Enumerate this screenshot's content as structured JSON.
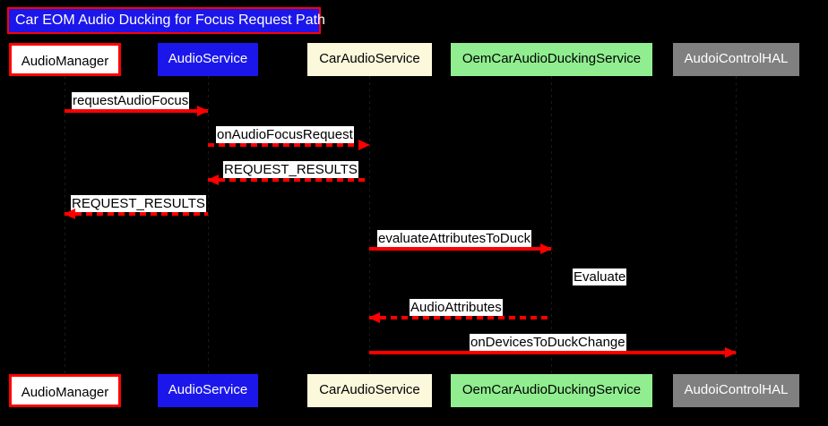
{
  "diagram": {
    "title": "Car EOM Audio Ducking for Focus Request Path",
    "type": "sequence-diagram",
    "background_color": "#000000",
    "accent_color": "#ff0000",
    "participants": [
      {
        "id": "audiomanager",
        "label": "AudioManager",
        "fill": "#ffffff",
        "text_color": "#000000",
        "border_color": "#ff0000"
      },
      {
        "id": "audioservice",
        "label": "AudioService",
        "fill": "#1b17eb",
        "text_color": "#ffffff",
        "border_color": "none"
      },
      {
        "id": "caraudioservice",
        "label": "CarAudioService",
        "fill": "#fbf8dc",
        "text_color": "#000000",
        "border_color": "none"
      },
      {
        "id": "oemducking",
        "label": "OemCarAudioDuckingService",
        "fill": "#90ee90",
        "text_color": "#000000",
        "border_color": "none"
      },
      {
        "id": "audiocontrolhal",
        "label": "AudoiControlHAL",
        "fill": "#808080",
        "text_color": "#ffffff",
        "border_color": "none"
      }
    ],
    "messages": [
      {
        "label": "requestAudioFocus",
        "from": "audiomanager",
        "to": "audioservice",
        "style": "solid",
        "direction": "right"
      },
      {
        "label": "onAudioFocusRequest",
        "from": "audioservice",
        "to": "caraudioservice",
        "style": "dashed",
        "direction": "right"
      },
      {
        "label": "REQUEST_RESULTS",
        "from": "caraudioservice",
        "to": "audioservice",
        "style": "dashed",
        "direction": "left"
      },
      {
        "label": "REQUEST_RESULTS",
        "from": "audioservice",
        "to": "audiomanager",
        "style": "dashed",
        "direction": "left"
      },
      {
        "label": "evaluateAttributesToDuck",
        "from": "caraudioservice",
        "to": "oemducking",
        "style": "solid",
        "direction": "right"
      },
      {
        "label": "AudioAttributes",
        "from": "oemducking",
        "to": "caraudioservice",
        "style": "dashed",
        "direction": "left"
      },
      {
        "label": "onDevicesToDuckChange",
        "from": "caraudioservice",
        "to": "audiocontrolhal",
        "style": "solid",
        "direction": "right"
      }
    ],
    "notes": [
      {
        "label": "Evaluate",
        "on": "oemducking"
      }
    ]
  }
}
